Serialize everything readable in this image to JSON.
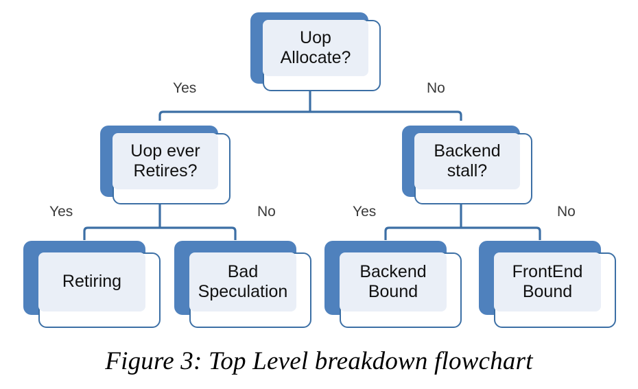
{
  "figure": {
    "caption": "Figure 3: Top Level breakdown flowchart",
    "colors": {
      "plate_blue": "#4F81BD",
      "outline_blue": "#3C6FA5",
      "panel_fill": "#EAEFF7",
      "connector": "#3C6FA5",
      "label_text": "#3A3A3A",
      "node_text": "#111111",
      "background": "#ffffff"
    }
  },
  "chart_data": {
    "type": "diagram",
    "title": "Top Level breakdown flowchart",
    "layout": "top-down binary decision tree, 3 levels",
    "nodes": [
      {
        "id": "root",
        "kind": "decision",
        "level": 0,
        "text": "Uop\nAllocate?"
      },
      {
        "id": "retires",
        "kind": "decision",
        "level": 1,
        "text": "Uop ever\nRetires?"
      },
      {
        "id": "bestall",
        "kind": "decision",
        "level": 1,
        "text": "Backend\nstall?"
      },
      {
        "id": "retiring",
        "kind": "leaf",
        "level": 2,
        "text": "Retiring"
      },
      {
        "id": "badspec",
        "kind": "leaf",
        "level": 2,
        "text": "Bad\nSpeculation"
      },
      {
        "id": "bebound",
        "kind": "leaf",
        "level": 2,
        "text": "Backend\nBound"
      },
      {
        "id": "febound",
        "kind": "leaf",
        "level": 2,
        "text": "FrontEnd\nBound"
      }
    ],
    "edges": [
      {
        "from": "root",
        "to": "retires",
        "label": "Yes"
      },
      {
        "from": "root",
        "to": "bestall",
        "label": "No"
      },
      {
        "from": "retires",
        "to": "retiring",
        "label": "Yes"
      },
      {
        "from": "retires",
        "to": "badspec",
        "label": "No"
      },
      {
        "from": "bestall",
        "to": "bebound",
        "label": "Yes"
      },
      {
        "from": "bestall",
        "to": "febound",
        "label": "No"
      }
    ]
  },
  "nodes": {
    "root": {
      "text": "Uop\nAllocate?"
    },
    "retires": {
      "text": "Uop ever\nRetires?"
    },
    "bestall": {
      "text": "Backend\nstall?"
    },
    "retiring": {
      "text": "Retiring"
    },
    "badspec": {
      "text": "Bad\nSpeculation"
    },
    "bebound": {
      "text": "Backend\nBound"
    },
    "febound": {
      "text": "FrontEnd\nBound"
    }
  },
  "edge_labels": {
    "root_yes": "Yes",
    "root_no": "No",
    "retires_yes": "Yes",
    "retires_no": "No",
    "bestall_yes": "Yes",
    "bestall_no": "No"
  }
}
